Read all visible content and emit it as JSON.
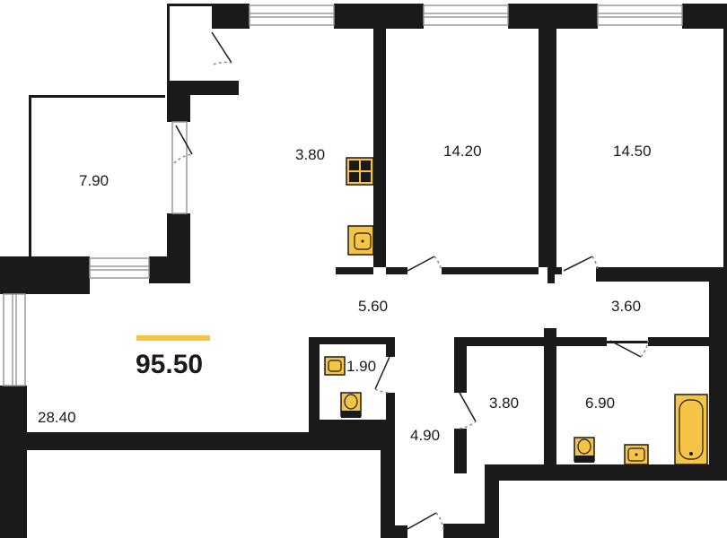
{
  "plan": {
    "total_area": "95.50",
    "rooms": [
      {
        "id": "balcony",
        "area": "7.90"
      },
      {
        "id": "kitchen",
        "area": "3.80"
      },
      {
        "id": "bedroom-1",
        "area": "14.20"
      },
      {
        "id": "bedroom-2",
        "area": "14.50"
      },
      {
        "id": "hall",
        "area": "5.60"
      },
      {
        "id": "corridor-right",
        "area": "3.60"
      },
      {
        "id": "living-room",
        "area": "28.40"
      },
      {
        "id": "toilet",
        "area": "1.90"
      },
      {
        "id": "storage",
        "area": "3.80"
      },
      {
        "id": "bathroom",
        "area": "6.90"
      },
      {
        "id": "entrance",
        "area": "4.90"
      }
    ],
    "colors": {
      "wall": "#1a1a1a",
      "accent": "#f4c542",
      "fixture_fill": "#f6c445",
      "window_frame": "#9a9a9a"
    }
  }
}
